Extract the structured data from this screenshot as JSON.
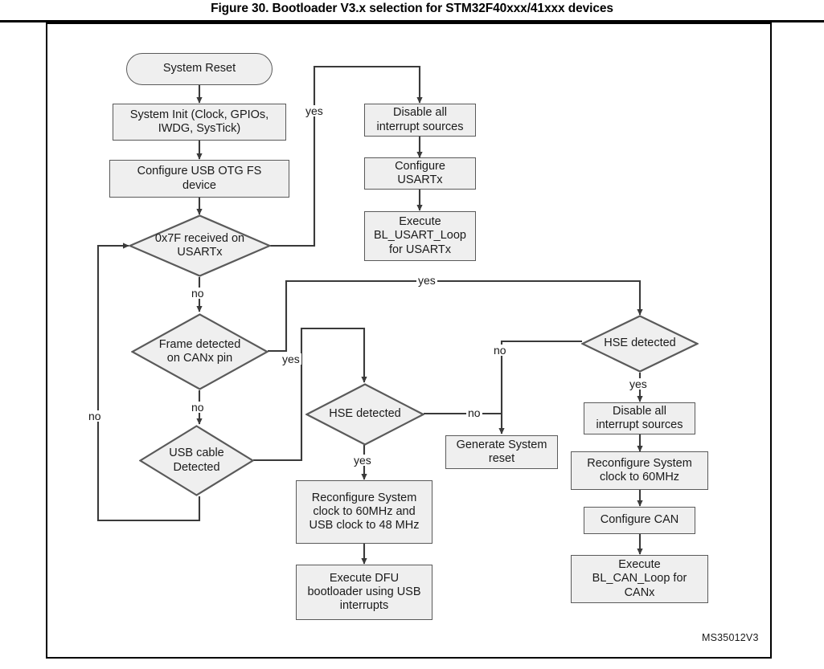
{
  "figure": {
    "title": "Figure 30. Bootloader V3.x selection for STM32F40xxx/41xxx devices",
    "doc_code": "MS35012V3"
  },
  "style": {
    "node_fill": "#efefef",
    "node_stroke": "#5a5a5a",
    "wire_color": "#3a3a3a",
    "frame_color": "#000000",
    "text_color": "#1a1a1a"
  },
  "chart_data": {
    "type": "diagram",
    "diagram_kind": "flowchart",
    "title": "Figure 30. Bootloader V3.x selection for STM32F40xxx/41xxx devices",
    "nodes": [
      {
        "id": "system_reset",
        "shape": "terminator",
        "label": "System Reset"
      },
      {
        "id": "system_init",
        "shape": "process",
        "label": "System Init (Clock, GPIOs,\nIWDG, SysTick)"
      },
      {
        "id": "configure_usb_otg",
        "shape": "process",
        "label": "Configure USB OTG FS\ndevice"
      },
      {
        "id": "usart_received",
        "shape": "decision",
        "label": "0x7F received on\nUSARTx"
      },
      {
        "id": "disable_irq_usart",
        "shape": "process",
        "label": "Disable all\ninterrupt sources"
      },
      {
        "id": "configure_usartx",
        "shape": "process",
        "label": "Configure\nUSARTx"
      },
      {
        "id": "execute_bl_usart",
        "shape": "process",
        "label": "Execute\nBL_USART_Loop\nfor USARTx"
      },
      {
        "id": "frame_detected_can",
        "shape": "decision",
        "label": "Frame detected\non CANx pin"
      },
      {
        "id": "usb_cable_detected",
        "shape": "decision",
        "label": "USB cable\nDetected"
      },
      {
        "id": "hse_detected_mid",
        "shape": "decision",
        "label": "HSE detected"
      },
      {
        "id": "hse_detected_right",
        "shape": "decision",
        "label": "HSE detected"
      },
      {
        "id": "generate_system_reset",
        "shape": "process",
        "label": "Generate System\nreset"
      },
      {
        "id": "reconfigure_usb_clk",
        "shape": "process",
        "label": "Reconfigure System\nclock to 60MHz and\nUSB clock to 48 MHz"
      },
      {
        "id": "execute_dfu",
        "shape": "process",
        "label": "Execute DFU\nbootloader using USB\ninterrupts"
      },
      {
        "id": "disable_irq_can",
        "shape": "process",
        "label": "Disable all\ninterrupt sources"
      },
      {
        "id": "reconfigure_can_clk",
        "shape": "process",
        "label": "Reconfigure System\nclock to 60MHz"
      },
      {
        "id": "configure_can",
        "shape": "process",
        "label": "Configure CAN"
      },
      {
        "id": "execute_bl_can",
        "shape": "process",
        "label": "Execute\nBL_CAN_Loop for\nCANx"
      }
    ],
    "edges": [
      {
        "from": "system_reset",
        "to": "system_init",
        "label": ""
      },
      {
        "from": "system_init",
        "to": "configure_usb_otg",
        "label": ""
      },
      {
        "from": "configure_usb_otg",
        "to": "usart_received",
        "label": ""
      },
      {
        "from": "usart_received",
        "to": "disable_irq_usart",
        "label": "yes"
      },
      {
        "from": "disable_irq_usart",
        "to": "configure_usartx",
        "label": ""
      },
      {
        "from": "configure_usartx",
        "to": "execute_bl_usart",
        "label": ""
      },
      {
        "from": "usart_received",
        "to": "frame_detected_can",
        "label": "no"
      },
      {
        "from": "frame_detected_can",
        "to": "hse_detected_right",
        "label": "yes"
      },
      {
        "from": "frame_detected_can",
        "to": "usb_cable_detected",
        "label": "no"
      },
      {
        "from": "usb_cable_detected",
        "to": "hse_detected_mid",
        "label": "yes"
      },
      {
        "from": "usb_cable_detected",
        "to": "usart_received",
        "label": "no"
      },
      {
        "from": "hse_detected_mid",
        "to": "generate_system_reset",
        "label": "no"
      },
      {
        "from": "hse_detected_mid",
        "to": "reconfigure_usb_clk",
        "label": "yes"
      },
      {
        "from": "reconfigure_usb_clk",
        "to": "execute_dfu",
        "label": ""
      },
      {
        "from": "hse_detected_right",
        "to": "generate_system_reset",
        "label": "no"
      },
      {
        "from": "hse_detected_right",
        "to": "disable_irq_can",
        "label": "yes"
      },
      {
        "from": "disable_irq_can",
        "to": "reconfigure_can_clk",
        "label": ""
      },
      {
        "from": "reconfigure_can_clk",
        "to": "configure_can",
        "label": ""
      },
      {
        "from": "configure_can",
        "to": "execute_bl_can",
        "label": ""
      }
    ],
    "edge_labels": [
      {
        "id": "yes_usart",
        "text": "yes"
      },
      {
        "id": "no_usart",
        "text": "no"
      },
      {
        "id": "yes_can_top",
        "text": "yes"
      },
      {
        "id": "yes_can",
        "text": "yes"
      },
      {
        "id": "no_can",
        "text": "no"
      },
      {
        "id": "no_loop",
        "text": "no"
      },
      {
        "id": "no_hse_mid",
        "text": "no"
      },
      {
        "id": "yes_hse_mid",
        "text": "yes"
      },
      {
        "id": "no_hse_right",
        "text": "no"
      },
      {
        "id": "yes_hse_right",
        "text": "yes"
      }
    ]
  }
}
